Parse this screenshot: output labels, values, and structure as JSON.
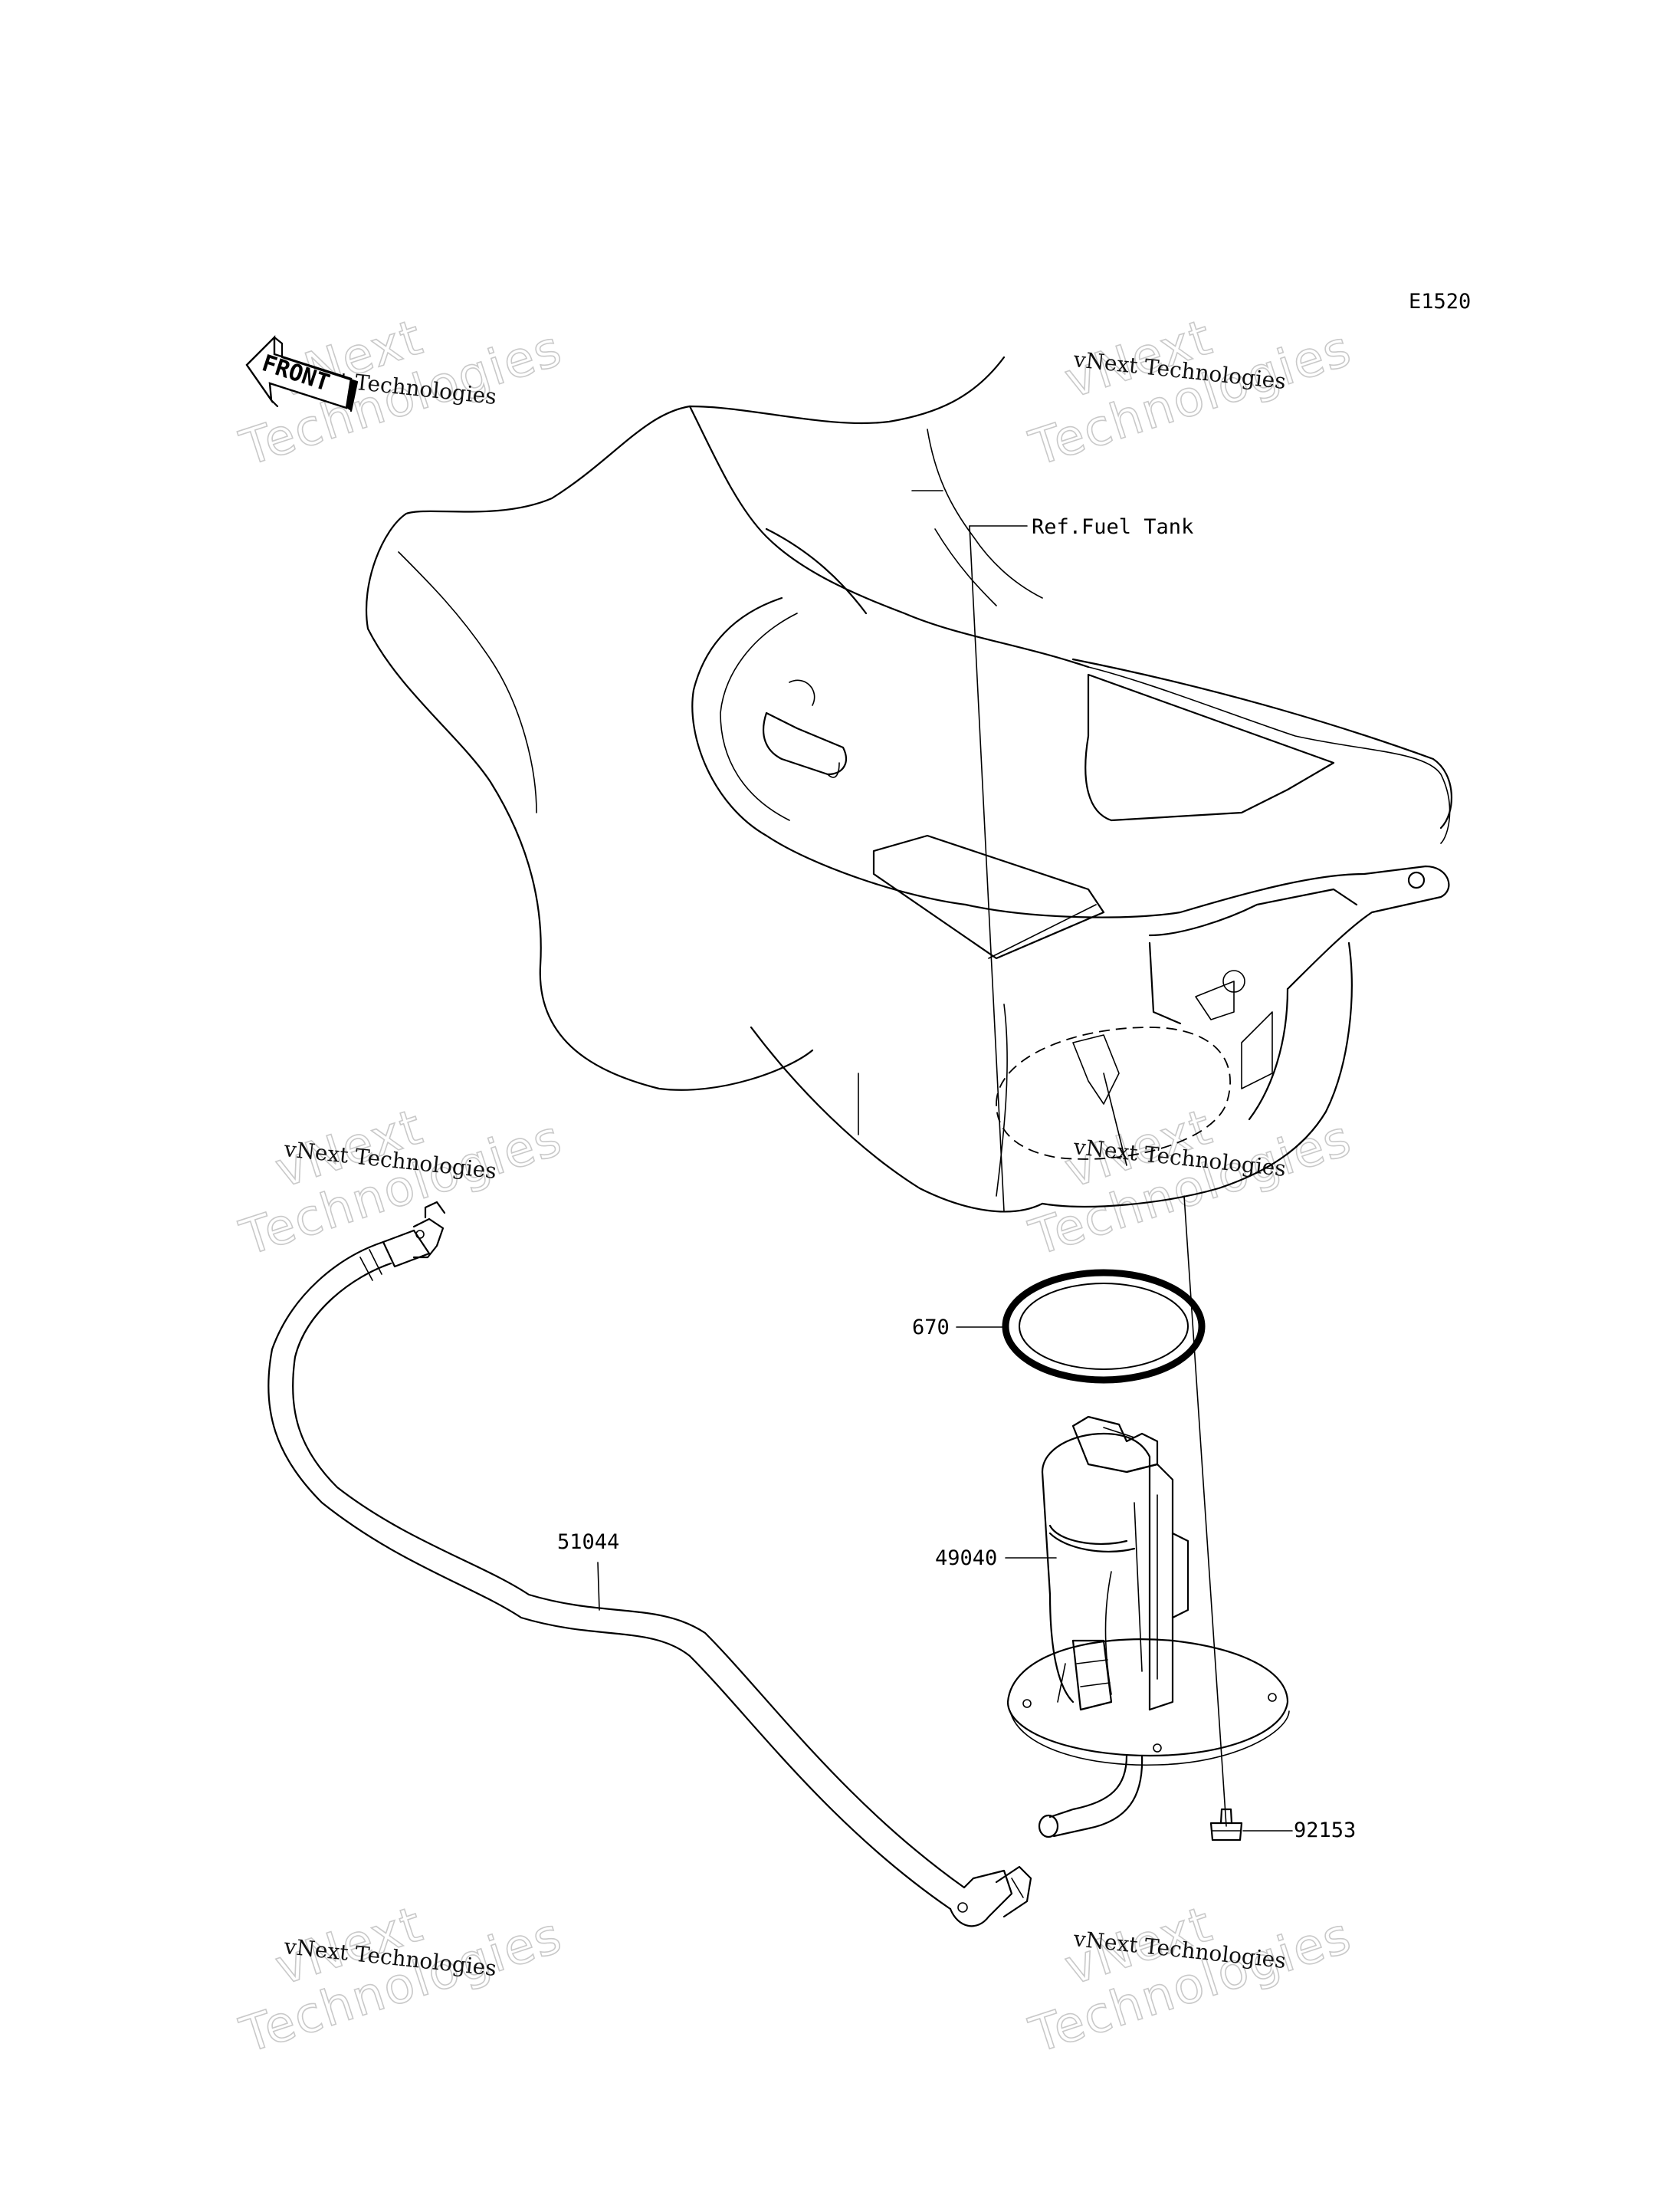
{
  "diagram_id": "E1520",
  "front_label": "FRONT",
  "callouts": {
    "fuel_tank_ref": "Ref.Fuel Tank",
    "o_ring": "670",
    "fuel_pump": "49040",
    "fuel_hose": "51044",
    "bolt": "92153"
  },
  "watermarks": [
    {
      "line1": "vNext",
      "line2": "Technologies",
      "caption": "vNext Technologies"
    },
    {
      "line1": "vNext",
      "line2": "Technologies",
      "caption": "vNext Technologies"
    },
    {
      "line1": "vNext",
      "line2": "Technologies",
      "caption": "vNext Technologies"
    },
    {
      "line1": "vNext",
      "line2": "Technologies",
      "caption": "vNext Technologies"
    },
    {
      "line1": "vNext",
      "line2": "Technologies",
      "caption": "vNext Technologies"
    },
    {
      "line1": "vNext",
      "line2": "Technologies",
      "caption": "vNext Technologies"
    }
  ]
}
